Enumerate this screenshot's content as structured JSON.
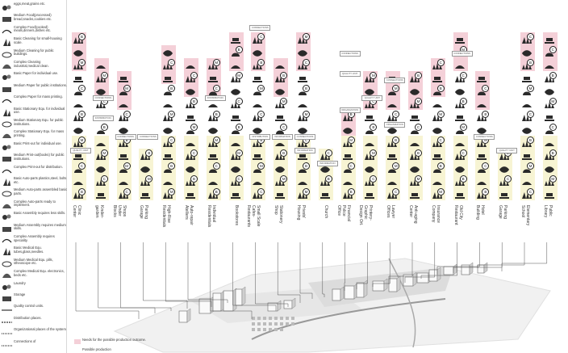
{
  "legend": {
    "items": [
      {
        "text": "eggs,meat,grains etc.",
        "icon": "food-icon"
      },
      {
        "text": "Medium Food(processed) bread,snacks,cookies etc.",
        "icon": "food-processed-icon"
      },
      {
        "text": "Complex Food(cooked) meals,dinners,dishes etc.",
        "icon": "cooked-food-icon"
      },
      {
        "text": "Basic Cleaning for small-housing scale.",
        "icon": "cleaning-basic-icon"
      },
      {
        "text": "Medium Cleaning for public buildings.",
        "icon": "cleaning-medium-icon"
      },
      {
        "text": "Complex Cleaning industrial,medical clean.",
        "icon": "cleaning-complex-icon"
      },
      {
        "text": "Basic Paper for individual use.",
        "icon": "paper-basic-icon"
      },
      {
        "text": "Medium Paper for public institutions.",
        "icon": "paper-medium-icon"
      },
      {
        "text": "Complex Paper for mass printing.",
        "icon": "paper-complex-icon"
      },
      {
        "text": "Basic Stationary Equ. for individual use.",
        "icon": "stationary-basic-icon"
      },
      {
        "text": "Medium Stationary Equ. for public institutions.",
        "icon": "stationary-medium-icon"
      },
      {
        "text": "Complex Stationary Equ. for mass printing.",
        "icon": "stationary-complex-icon"
      },
      {
        "text": "Basic Print-out for individual use.",
        "icon": "printout-basic-icon"
      },
      {
        "text": "Medium Print-out(books) for public institutions.",
        "icon": "printout-medium-icon"
      },
      {
        "text": "Complex Print-out for distribution.",
        "icon": "printout-complex-icon"
      },
      {
        "text": "Basic Auto-parts plastics,steel, bolts etc.",
        "icon": "autoparts-basic-icon"
      },
      {
        "text": "Medium Auto-parts assembled basic parts.",
        "icon": "autoparts-medium-icon"
      },
      {
        "text": "Complex Auto-parts ready to implement.",
        "icon": "autoparts-complex-icon"
      },
      {
        "text": "Basic Assembly requires less skills.",
        "icon": "assembly-basic-icon"
      },
      {
        "text": "Medium Assembly requires medium skills.",
        "icon": "assembly-medium-icon"
      },
      {
        "text": "Complex Assembly requires speciality.",
        "icon": "assembly-complex-icon"
      },
      {
        "text": "Basic Medical Equ. tubes,glass,needles.",
        "icon": "medical-basic-icon"
      },
      {
        "text": "Medium Medical Equ. pills, stheoscope etc.",
        "icon": "medical-medium-icon"
      },
      {
        "text": "Complex Medical Equ. electronics, beds etc.",
        "icon": "medical-complex-icon"
      },
      {
        "text": "Laundry",
        "icon": "laundry-icon"
      },
      {
        "text": "Storage",
        "icon": "storage-icon"
      },
      {
        "text": "Quality control units.",
        "icon": "quality-line-icon"
      },
      {
        "text": "Distribution places.",
        "icon": "distribution-line-icon"
      },
      {
        "text": "Organizational places of the system",
        "icon": "organization-line-icon"
      },
      {
        "text": "Connections of",
        "icon": "connection-line-icon"
      }
    ]
  },
  "columns": [
    {
      "label": "Clinic\nCenter"
    },
    {
      "label": "Kinder-\ngarden"
    },
    {
      "label": "Shops\nUnder\nBlocks"
    },
    {
      "label": "Parking\nGarage"
    },
    {
      "label": "High-Rise\nResidentials"
    },
    {
      "label": "Auto-repair\nAtelliers"
    },
    {
      "label": "Individual\nResidentials"
    },
    {
      "label": "Bookstores"
    },
    {
      "label": "Small Scale\nCafes-\nRestaurants"
    },
    {
      "label": "Stationery\nShop"
    },
    {
      "label": "Priests'\nHousing"
    },
    {
      "label": "Church"
    },
    {
      "label": "Financial\nPolice\nOffice"
    },
    {
      "label": "Printery-\nGraphic\nDesign Ort."
    },
    {
      "label": "Lawyer\nOffices"
    },
    {
      "label": "Anti-aging\nCenter"
    },
    {
      "label": "Insurance\nCompany"
    },
    {
      "label": "Old City\nRestaurant"
    },
    {
      "label": "Hotel\nBuilding"
    },
    {
      "label": "Parking\nGarage"
    },
    {
      "label": "Elementary\nSchool"
    },
    {
      "label": "Public\nLibrary"
    }
  ],
  "tags": {
    "connections": "CONNECTIONS",
    "quality_unit": "QUALITY UNIT",
    "distribution": "DISTRIBUTION",
    "organization": "ORGANIZATION",
    "information": "INFORMATION"
  },
  "badges": {
    "basic": "B",
    "medium": "M",
    "complex": "C",
    "anchor": "A"
  },
  "colors": {
    "need_highlight": "#f4d0d8",
    "possible_production": "#f7f4d3"
  },
  "bottom_legend": {
    "needs_text": "Needs for the possible production outcome.",
    "possible_text": "Possible production"
  }
}
